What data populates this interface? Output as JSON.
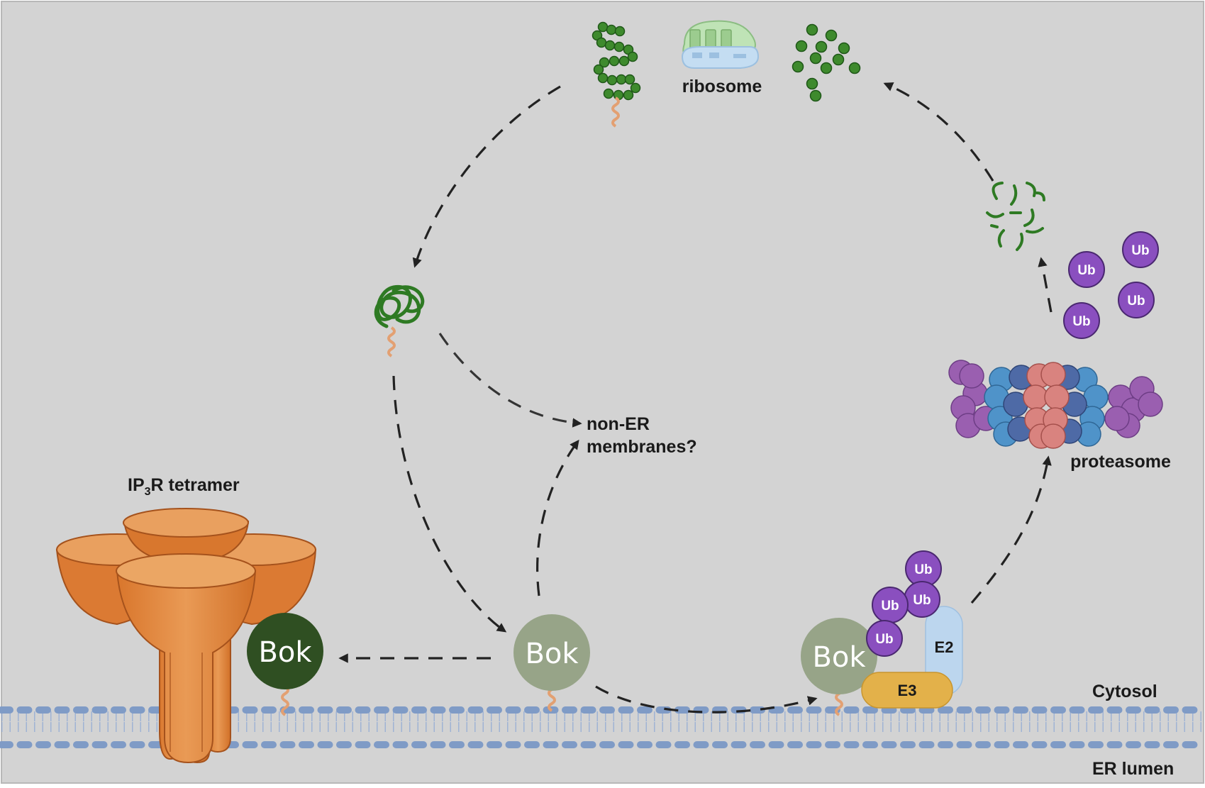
{
  "labels": {
    "ribosome": "ribosome",
    "non_er_line1": "non-ER",
    "non_er_line2": "membranes?",
    "ip3r_prefix": "IP",
    "ip3r_sub": "3",
    "ip3r_suffix": "R tetramer",
    "proteasome": "proteasome",
    "cytosol": "Cytosol",
    "er_lumen": "ER lumen"
  },
  "proteins": {
    "bok_bound": "Bok",
    "bok_free": "Bok",
    "bok_ubiquitinated": "Bok",
    "e2": "E2",
    "e3": "E3",
    "ub": "Ub"
  },
  "colors": {
    "background": "#d3d3d3",
    "bok_bound": "#2f4f22",
    "bok_free": "#97a488",
    "ip3r": "#e08a42",
    "ubiquitin": "#8a4fbf",
    "e2": "#bcd6ee",
    "e3": "#e3b14a",
    "membrane": "#7f9bc6",
    "peptide": "#3e8a2d"
  }
}
